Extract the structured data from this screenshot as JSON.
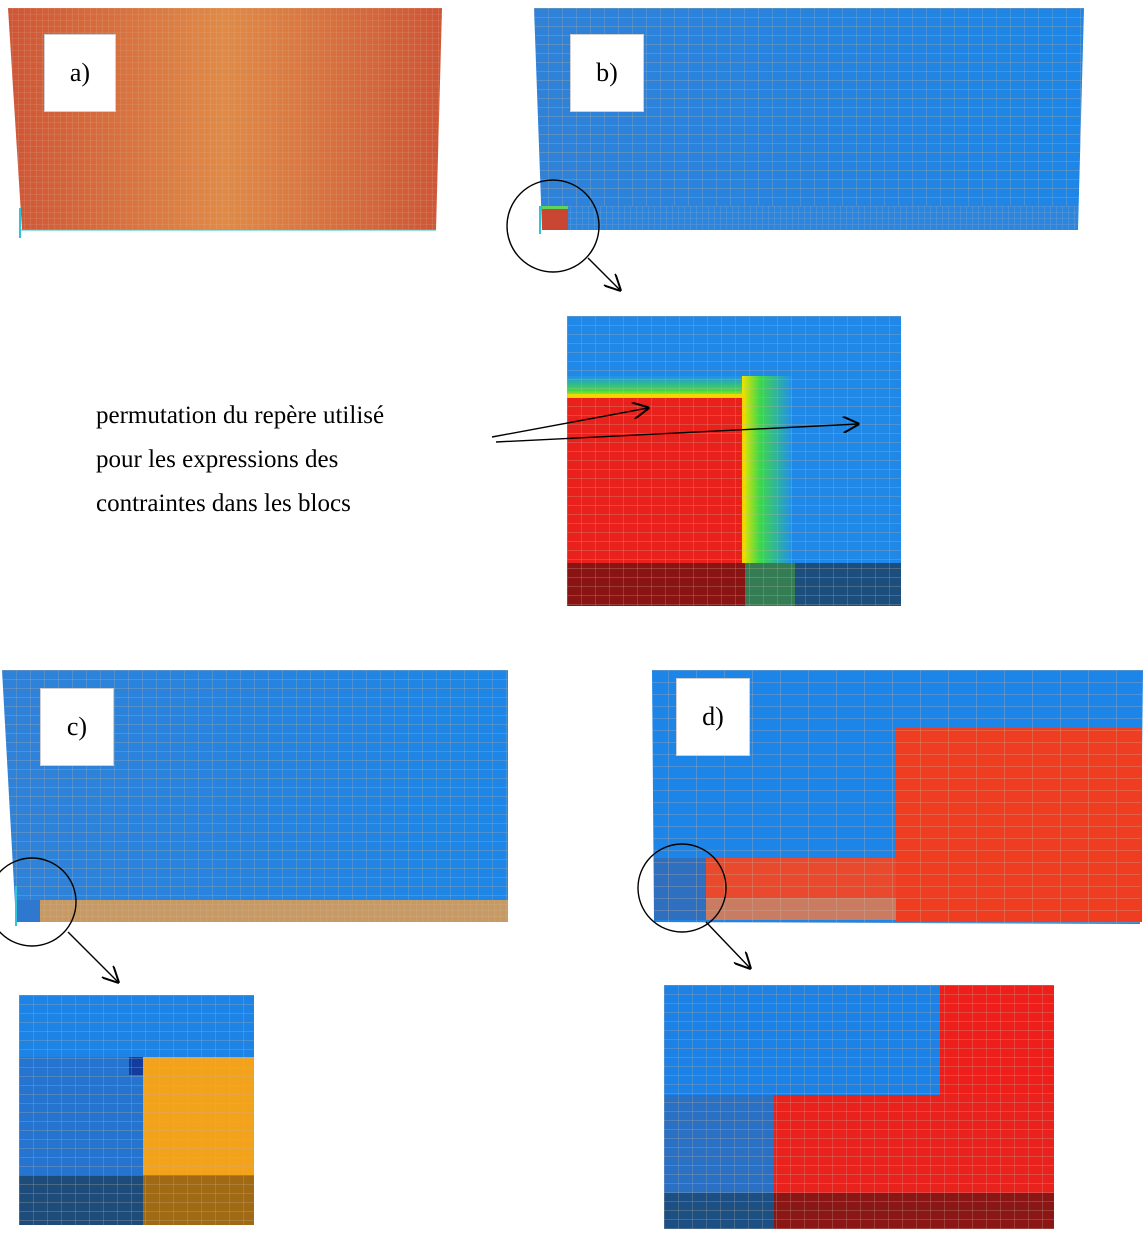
{
  "panels": {
    "a": {
      "label": "a)"
    },
    "b": {
      "label": "b)"
    },
    "c": {
      "label": "c)"
    },
    "d": {
      "label": "d)"
    }
  },
  "annotation": {
    "lines": [
      "permutation du repère utilisé",
      "pour les expressions des",
      "contraintes dans les blocs"
    ]
  },
  "colors": {
    "blue": "#1a7fe0",
    "red": "#e53222",
    "dark_red": "#7a1515",
    "orange": "#f29a1c",
    "dark_blue": "#1c4e7d",
    "mesh": "#c9b4a0"
  }
}
